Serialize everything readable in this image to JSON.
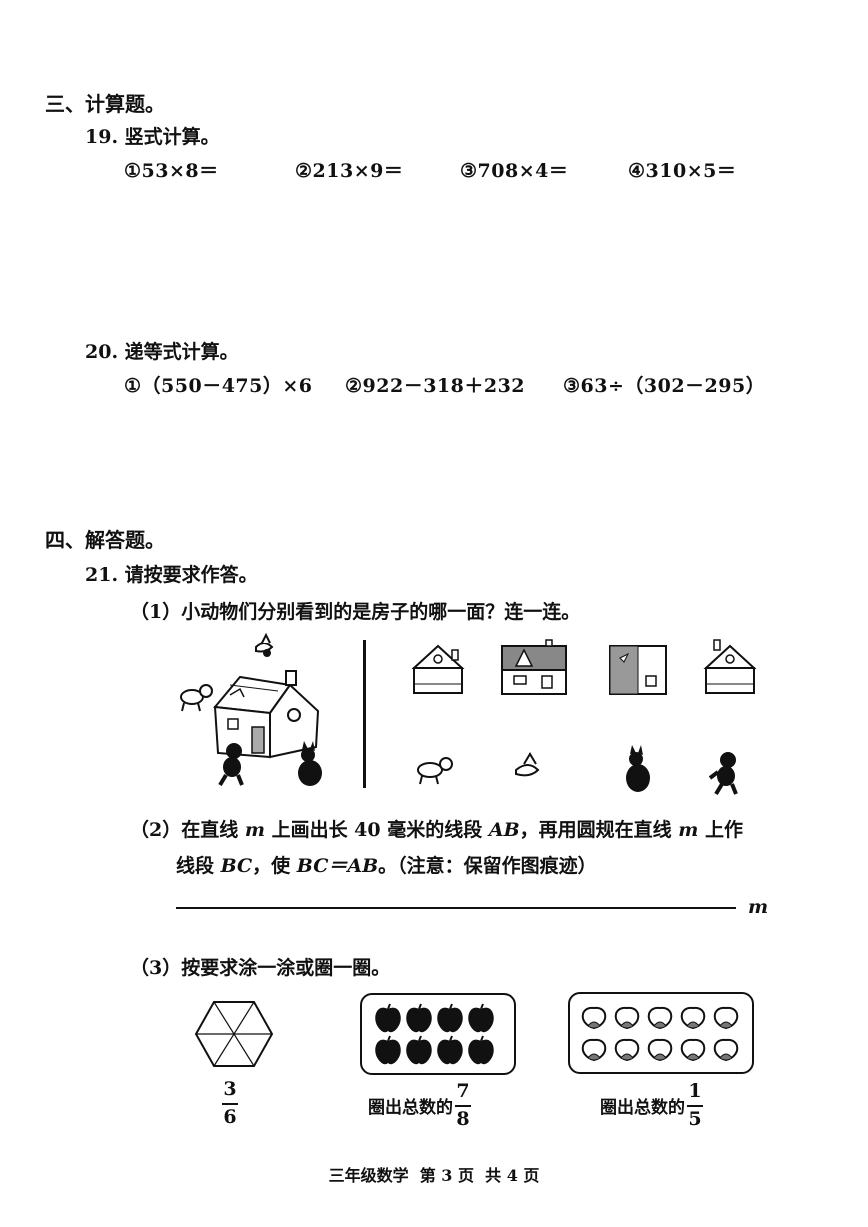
{
  "section3": {
    "title": "三、计算题。"
  },
  "q19": {
    "title": "19.  竖式计算。",
    "items": [
      "①53×8＝",
      "②213×9＝",
      "③708×4＝",
      "④310×5＝"
    ]
  },
  "q20": {
    "title": "20.  递等式计算。",
    "items": [
      "①（550－475）×6",
      "②922－318＋232",
      "③63÷（302－295）"
    ]
  },
  "section4": {
    "title": "四、解答题。"
  },
  "q21": {
    "title": "21.  请按要求作答。",
    "part1": "（1）小动物们分别看到的是房子的哪一面？连一连。",
    "part2_pre": "（2）在直线 ",
    "part2_m": "m",
    "part2_mid1": " 上画出长 40 毫米的线段 ",
    "part2_ab": "AB",
    "part2_mid2": "，再用圆规在直线 ",
    "part2_m2": "m",
    "part2_end": " 上作",
    "part2_line2_pre": "线段 ",
    "part2_bc": "BC",
    "part2_line2_mid": "，使 ",
    "part2_eq": "BC＝AB",
    "part2_line2_end": "。（注意：保留作图痕迹）",
    "line_label": "m",
    "part3": "（3）按要求涂一涂或圈一圈。",
    "frac1": {
      "num": "3",
      "den": "6"
    },
    "circle_apples_text": "圈出总数的",
    "frac2": {
      "num": "7",
      "den": "8"
    },
    "circle_peaches_text": "圈出总数的",
    "frac3": {
      "num": "1",
      "den": "5"
    }
  },
  "footer": "三年级数学  第 3 页  共 4 页"
}
